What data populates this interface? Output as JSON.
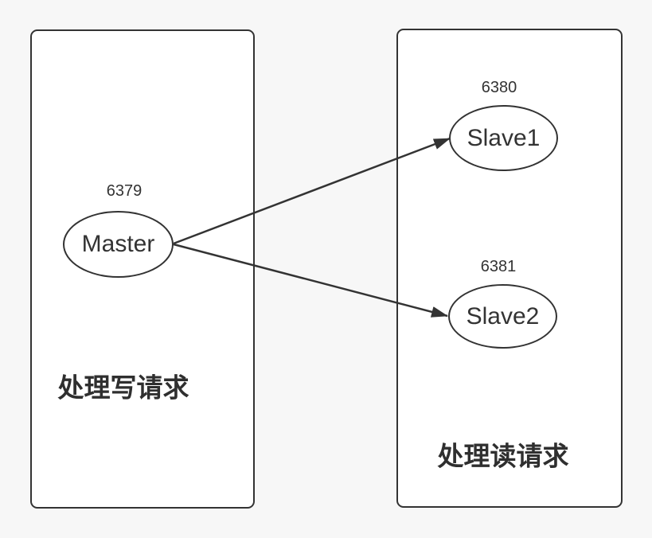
{
  "diagram": {
    "panels": {
      "write": {
        "caption": "处理写请求"
      },
      "read": {
        "caption": "处理读请求"
      }
    },
    "nodes": {
      "master": {
        "label": "Master",
        "port": "6379"
      },
      "slave1": {
        "label": "Slave1",
        "port": "6380"
      },
      "slave2": {
        "label": "Slave2",
        "port": "6381"
      }
    },
    "edges": [
      {
        "from": "master",
        "to": "slave1"
      },
      {
        "from": "master",
        "to": "slave2"
      }
    ],
    "colors": {
      "background": "#f7f7f7",
      "shape_fill": "#ffffff",
      "stroke": "#333333",
      "text": "#333333"
    }
  }
}
